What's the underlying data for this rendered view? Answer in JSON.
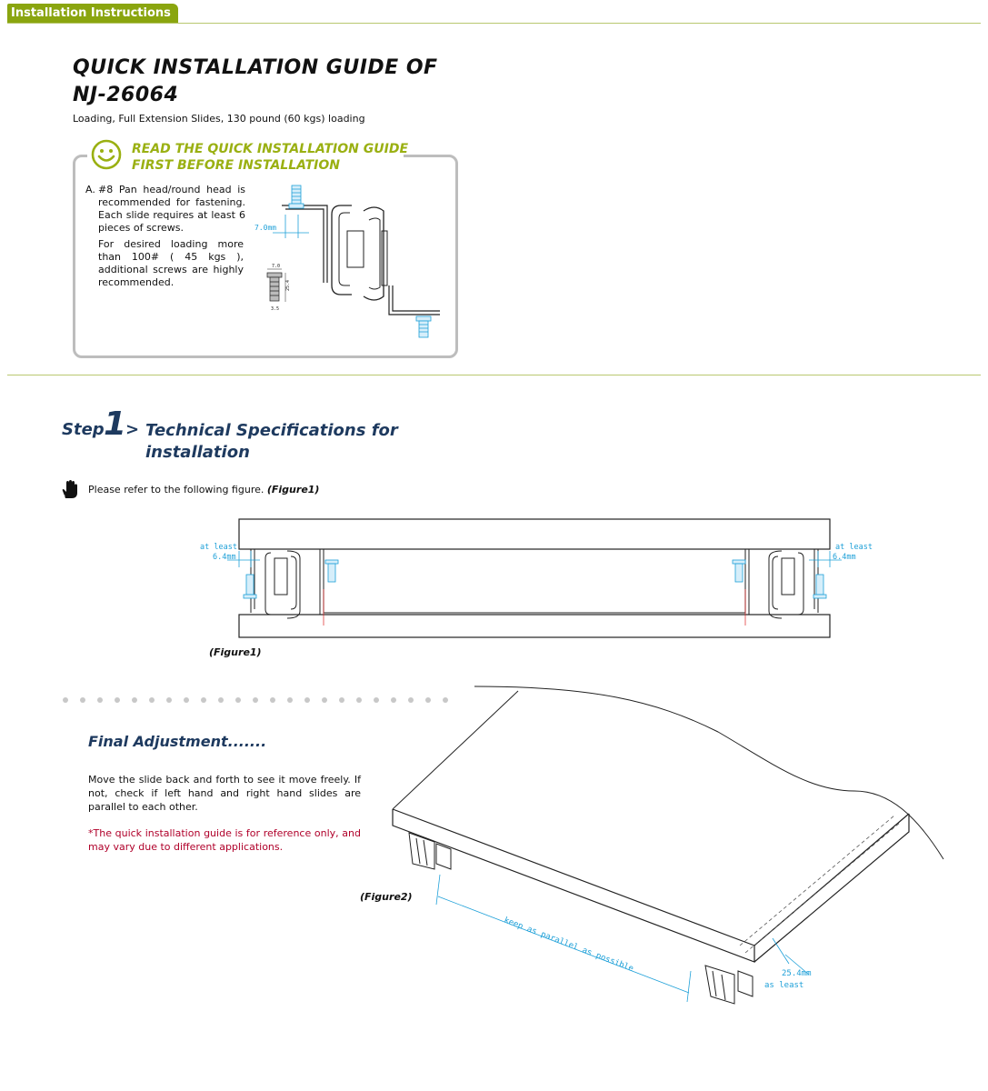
{
  "header": {
    "tab_label": "Installation Instructions"
  },
  "title": {
    "line1": "QUICK INSTALLATION GUIDE OF",
    "line2": "NJ-26064",
    "subtitle": "Loading, Full Extension Slides, 130 pound (60 kgs) loading"
  },
  "read_first": {
    "heading_line1": "READ THE QUICK INSTALLATION GUIDE",
    "heading_line2": "FIRST BEFORE INSTALLATION",
    "note_a_label": "A.",
    "note_a_text": "#8 Pan head/round head is recommended for fastening. Each slide requires at least 6 pieces of screws.",
    "note_b_text": "For desired loading more than 100# ( 45 kgs ), additional screws are highly recommended.",
    "dim_label": "7.0mm",
    "screw_dim_top": "7.0",
    "screw_dim_side": "25.4",
    "screw_dim_bottom": "3.5"
  },
  "step1": {
    "word": "Step",
    "number": "1",
    "arrow": ">",
    "title_line1": "Technical Specifications for",
    "title_line2": "installation",
    "refer_text": "Please refer to the following figure.",
    "refer_fig": "(Figure1)"
  },
  "figure1": {
    "label": "(Figure1)",
    "left_dim_line1": "at least",
    "left_dim_line2": "6.4mm",
    "right_dim_line1": "at least",
    "right_dim_line2": "6.4mm"
  },
  "final": {
    "title": "Final Adjustment.......",
    "body": "Move the slide back and forth to see it move freely. If not, check if left hand and right hand slides are parallel to each other.",
    "note": "*The quick installation guide is for reference only, and may vary due to different applications."
  },
  "figure2": {
    "label": "(Figure2)",
    "parallel_text": "keep as parallel as possible",
    "dim_line1": "25.4mm",
    "dim_line2": "as least"
  },
  "colors": {
    "accent_green": "#8aa50f",
    "heading_green": "#9ab012",
    "navy": "#1e3a5f",
    "note_red": "#b0002a",
    "dim_blue": "#1ea0d8"
  }
}
